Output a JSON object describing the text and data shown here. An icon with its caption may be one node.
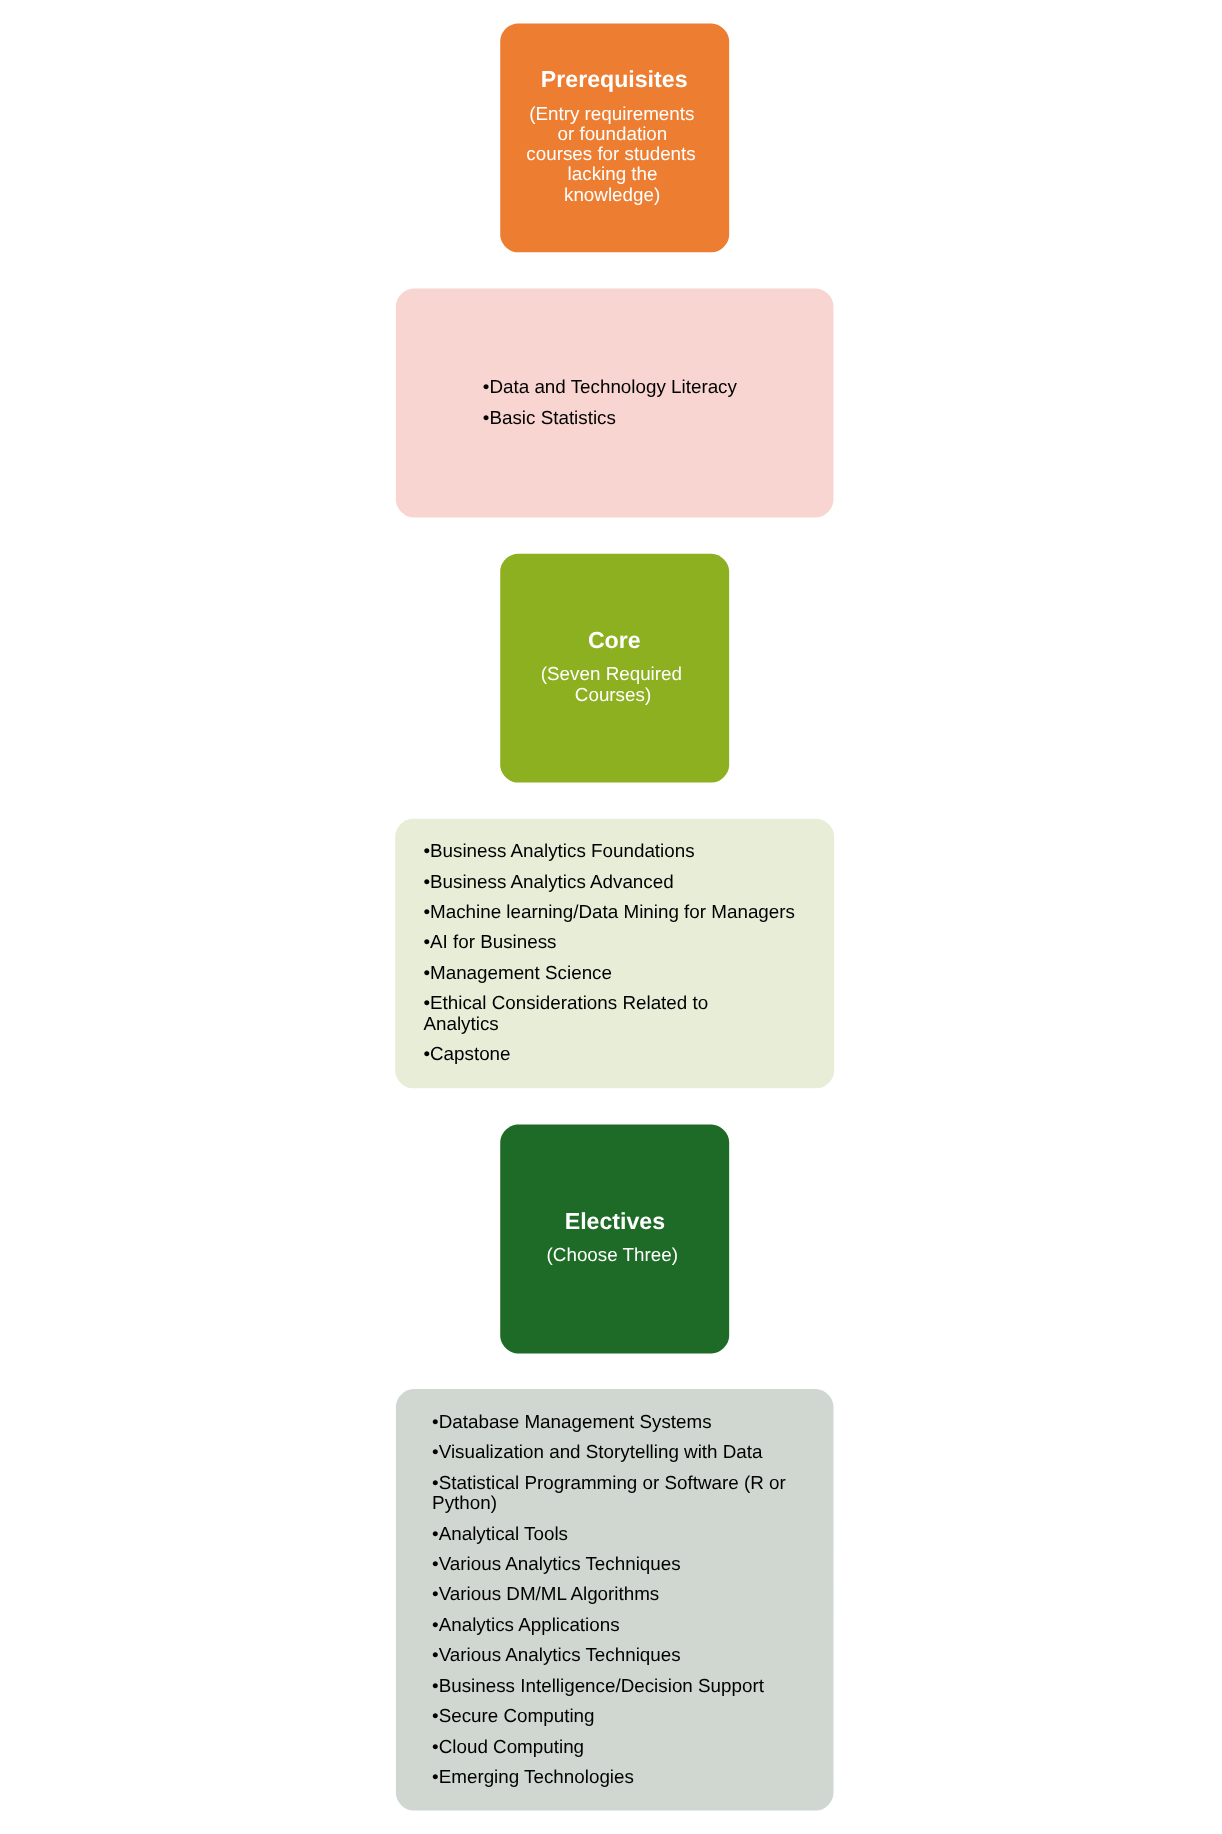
{
  "diagram": {
    "nodes": [
      {
        "text": [
          "Prerequisites",
          "(Entry requirements or foundation courses for students lacking the knowledge)"
        ]
      },
      {
        "text": [
          "•Data and Technology Literacy",
          "•Basic Statistics"
        ]
      },
      {
        "text": [
          "Core",
          "(Seven Required Courses)"
        ]
      },
      {
        "text": [
          "•Business Analytics Foundations",
          "•Business Analytics Advanced",
          "•Machine learning/Data Mining for Managers",
          "•AI for Business",
          "•Management Science",
          "•Ethical Considerations Related to Analytics",
          "•Capstone"
        ]
      },
      {
        "text": [
          "Electives",
          "(Choose Three)"
        ]
      },
      {
        "text": [
          "•Database Management Systems",
          "•Visualization and Storytelling with Data",
          "•Statistical Programming or Software (R or Python)",
          "•Analytical Tools",
          "•Various Analytics Techniques",
          "•Various DM/ML Algorithms",
          "•Analytics Applications",
          "•Various Analytics Techniques",
          "•Business Intelligence/Decision Support",
          "•Secure Computing",
          "•Cloud Computing",
          "•Emerging Technologies"
        ]
      }
    ]
  }
}
